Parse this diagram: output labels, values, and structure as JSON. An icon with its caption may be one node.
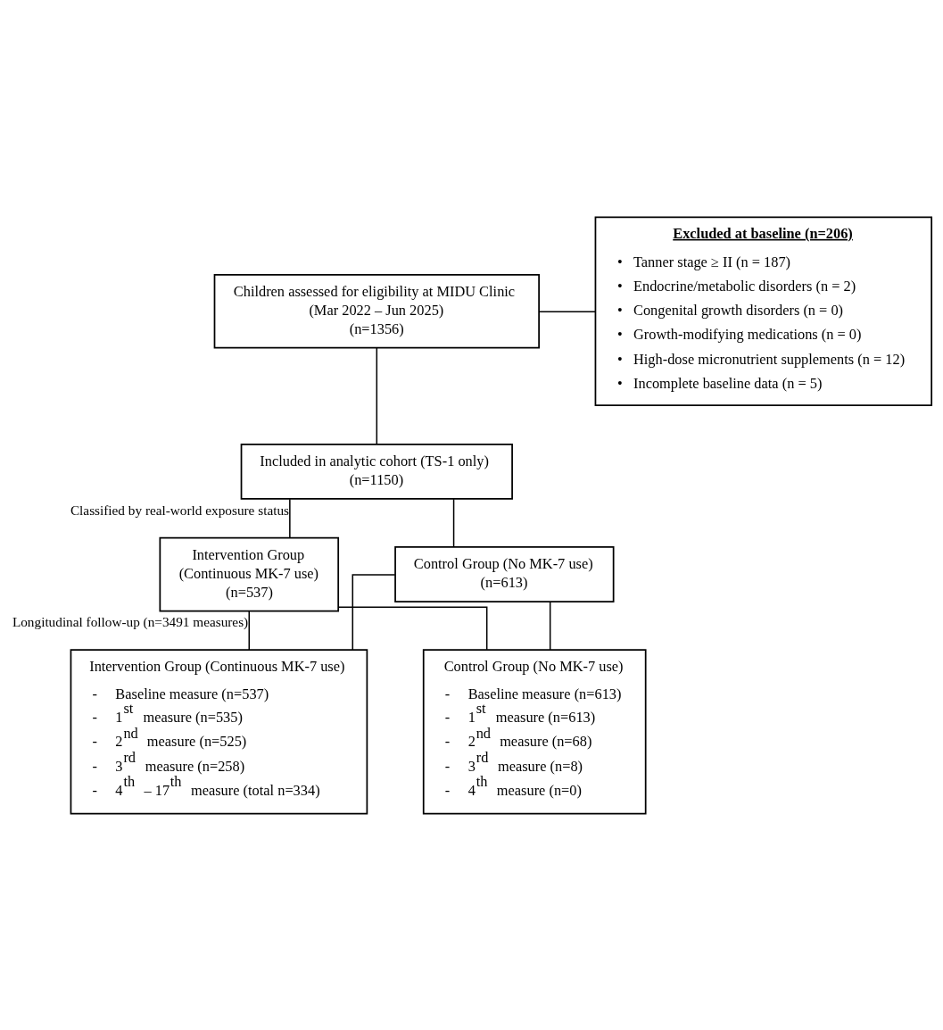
{
  "diagram": {
    "nodes": [
      {
        "text": [
          "Children assessed for eligibility at MIDU Clinic",
          "(Mar 2022 – Jun 2025)",
          "(n=1356)"
        ]
      },
      {
        "text": [
          "Excluded at baseline (n=206)",
          "•   Tanner stage ≥ II (n = 187)",
          "•   Endocrine/metabolic disorders (n = 2)",
          "•   Congenital growth disorders (n = 0)",
          "•   Growth-modifying medications (n = 0)",
          "•   High-dose micronutrient supplements (n = 12)",
          "•   Incomplete baseline data (n = 5)"
        ]
      },
      {
        "text": [
          "Included in analytic cohort (TS-1 only)",
          "(n=1150)"
        ]
      },
      {
        "text": [
          "Intervention Group",
          "(Continuous MK-7 use)",
          "(n=537)"
        ]
      },
      {
        "text": [
          "Control Group (No MK-7 use)",
          "(n=613)"
        ]
      },
      {
        "text": [
          "Intervention Group (Continuous MK-7 use)",
          "-     Baseline measure (n=537)",
          "-     1$^{st}$ measure (n=535)",
          "-     2$^{nd}$ measure (n=525)",
          "-     3$^{rd}$ measure (n=258)",
          "-     4$^{th}$ – 17$^{th}$ measure (total n=334)"
        ]
      },
      {
        "text": [
          "Control Group (No MK-7 use)",
          "-     Baseline measure (n=613)",
          "-     1$^{st}$ measure (n=613)",
          "-     2$^{nd}$ measure (n=68)",
          "-     3$^{rd}$ measure (n=8)",
          "-     4$^{th}$ measure (n=0)"
        ]
      }
    ],
    "edges": [
      {
        "from": 0,
        "to": 2,
        "arrow": "none"
      },
      {
        "from": 0,
        "to": 1,
        "arrow": "none"
      },
      {
        "from": 2,
        "to": 3,
        "arrow": "none",
        "label": "Classified by real-world exposure status"
      },
      {
        "from": 2,
        "to": 4,
        "arrow": "none"
      },
      {
        "from": 3,
        "to": 5,
        "arrow": "none",
        "label": "Longitudinal follow-up (n=3491 measures)"
      },
      {
        "from": 3,
        "to": 6,
        "arrow": "none"
      },
      {
        "from": 4,
        "to": 5,
        "arrow": "none"
      },
      {
        "from": 4,
        "to": 6,
        "arrow": "none"
      }
    ]
  }
}
